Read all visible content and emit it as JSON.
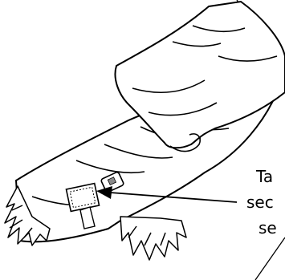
{
  "labels": {
    "line1": "Ta",
    "line2": "sec",
    "line3": "se"
  },
  "colors": {
    "stroke": "#000000",
    "fill": "#ffffff",
    "label_fill": "#8a8a8a"
  }
}
